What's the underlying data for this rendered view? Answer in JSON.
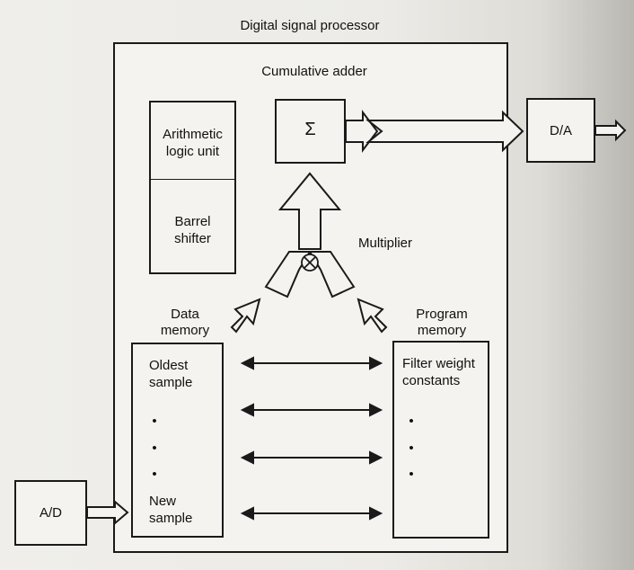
{
  "diagram": {
    "dsp_title": "Digital signal processor",
    "cumulative_adder": "Cumulative adder",
    "sigma": "Σ",
    "alu_line1": "Arithmetic",
    "alu_line2": "logic unit",
    "barrel_line1": "Barrel",
    "barrel_line2": "shifter",
    "multiplier": "Multiplier",
    "data_memory_line1": "Data",
    "data_memory_line2": "memory",
    "program_memory_line1": "Program",
    "program_memory_line2": "memory",
    "oldest_line1": "Oldest",
    "oldest_line2": "sample",
    "new_line1": "New",
    "new_line2": "sample",
    "filter_line1": "Filter weight",
    "filter_line2": "constants",
    "dot": "•",
    "ad": "A/D",
    "da": "D/A"
  },
  "colors": {
    "ink": "#1a1a1a",
    "box_fill": "#f4f3ef",
    "paper": "#efeeea"
  }
}
